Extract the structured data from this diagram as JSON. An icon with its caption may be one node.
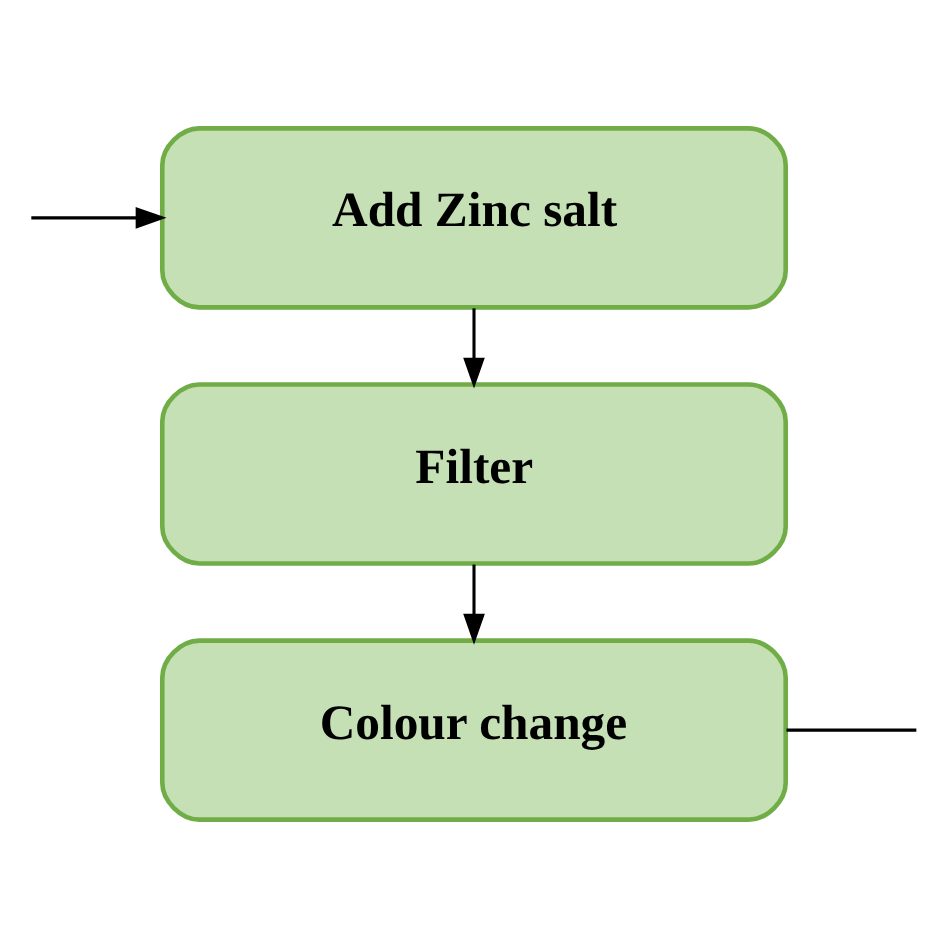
{
  "diagram": {
    "nodes": [
      {
        "text": [
          "Add Zinc salt"
        ]
      },
      {
        "text": [
          "Filter"
        ]
      },
      {
        "text": [
          "Colour change"
        ]
      }
    ],
    "edges": [
      {
        "from": null,
        "to": 0,
        "arrow": "to"
      },
      {
        "from": 0,
        "to": 1,
        "arrow": "to"
      },
      {
        "from": 1,
        "to": 2,
        "arrow": "to"
      },
      {
        "from": 2,
        "to": null,
        "arrow": "none"
      }
    ]
  }
}
